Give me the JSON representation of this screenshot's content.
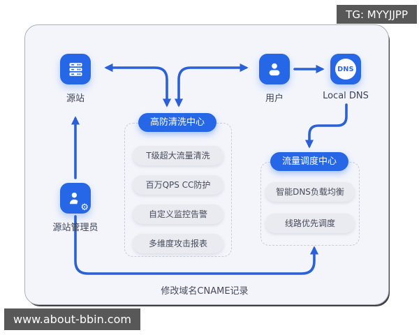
{
  "watermarks": {
    "telegram": "TG: MYYJJPP",
    "site": "www.about-bbin.com"
  },
  "colors": {
    "primary_blue": "#2667e8",
    "arrow_blue": "#2a60d8",
    "card_bg": "#f3f5fb",
    "pill_gray_bg": "#e9ebf1",
    "dashed_border": "#c8cdd9",
    "watermark_bg": "#585858",
    "text_dark": "#3b4254"
  },
  "nodes": {
    "origin": {
      "label": "源站",
      "icon": "server-icon"
    },
    "user": {
      "label": "用户",
      "icon": "user-icon"
    },
    "local_dns": {
      "label": "Local DNS",
      "icon": "dns-badge-icon",
      "icon_text": "DNS"
    },
    "admin": {
      "label": "源站管理员",
      "icon": "user-gear-icon"
    }
  },
  "clusters": {
    "scrubbing": {
      "title": "高防清洗中心",
      "items": [
        "T级超大流量清洗",
        "百万QPS CC防护",
        "自定义监控告警",
        "多维度攻击报表"
      ]
    },
    "scheduling": {
      "title": "流量调度中心",
      "items": [
        "智能DNS负载均衡",
        "线路优先调度"
      ]
    }
  },
  "annotations": {
    "cname": "修改域名CNAME记录"
  }
}
